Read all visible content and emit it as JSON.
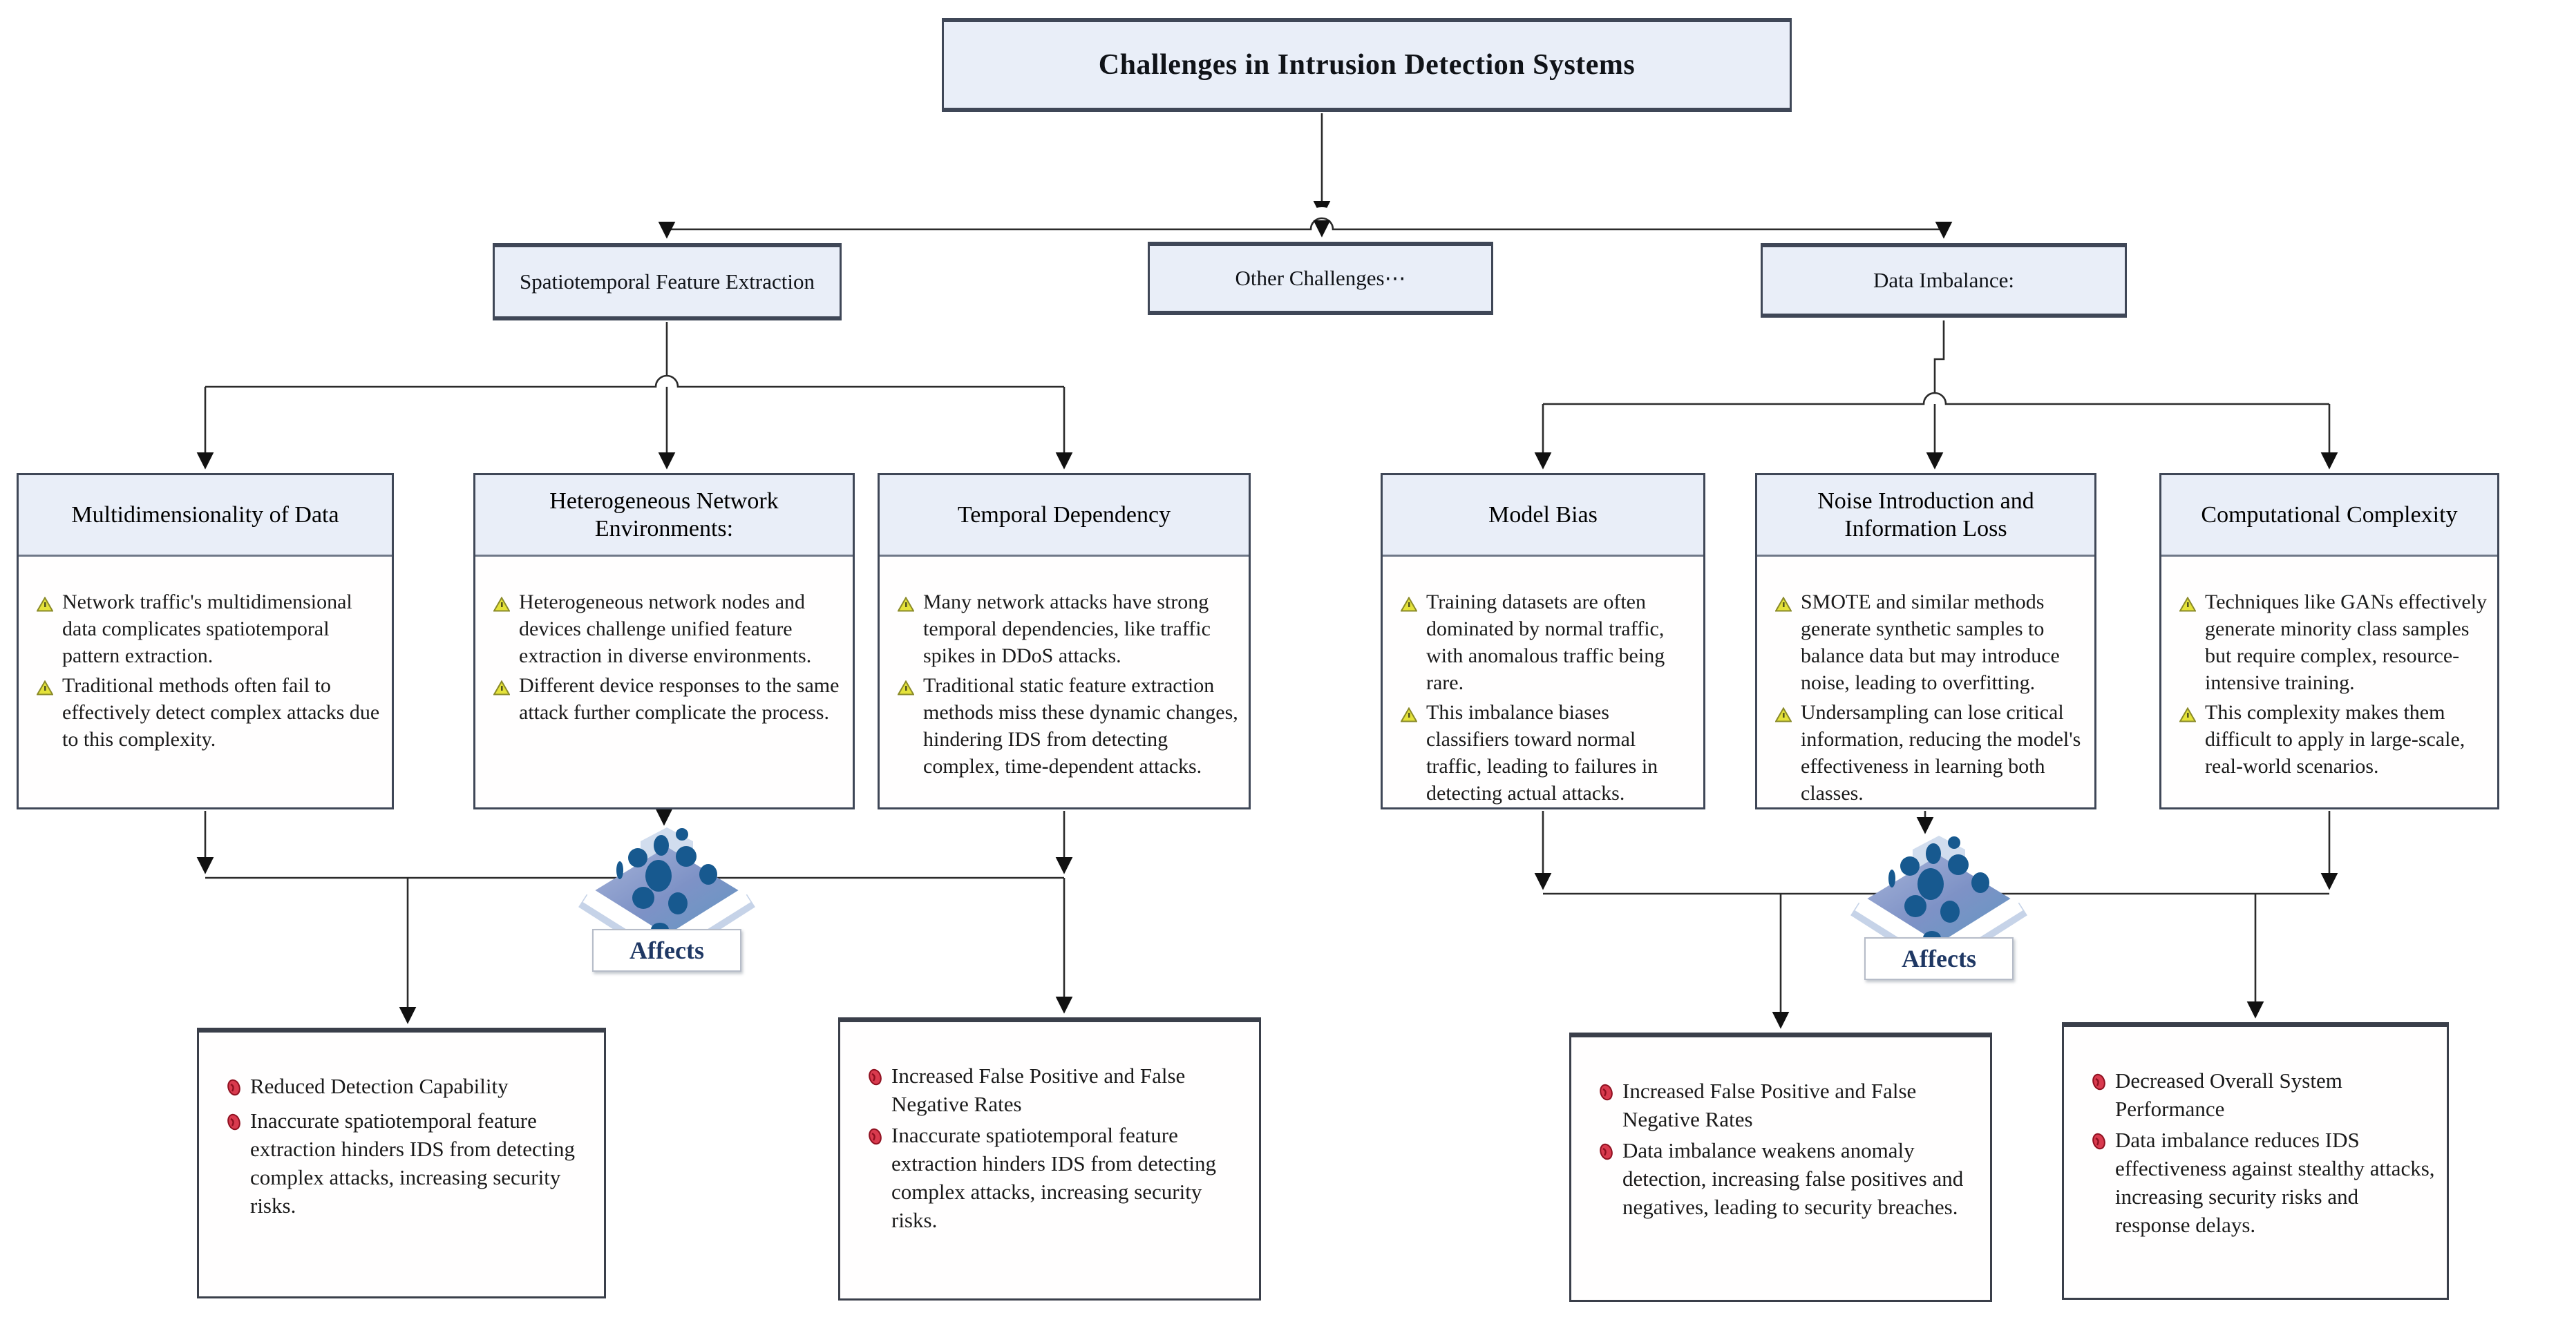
{
  "diagram": {
    "title": "Challenges in Intrusion Detection Systems",
    "level2": {
      "spatiotemporal": "Spatiotemporal Feature Extraction",
      "other": "Other Challenges⋯",
      "imbalance": "Data Imbalance:"
    },
    "challenges": [
      {
        "header": "Multidimensionality of Data",
        "bullets": [
          "Network traffic's multidimensional data complicates spatiotemporal pattern extraction.",
          "Traditional methods often fail to effectively detect complex attacks due to this complexity."
        ]
      },
      {
        "header": "Heterogeneous Network Environments:",
        "bullets": [
          "Heterogeneous network nodes and devices challenge unified feature extraction in diverse environments.",
          "Different device responses to the same attack further complicate the process."
        ]
      },
      {
        "header": "Temporal Dependency",
        "bullets": [
          "Many network attacks have strong temporal dependencies, like traffic spikes in DDoS attacks.",
          "Traditional static feature extraction methods miss these dynamic changes, hindering IDS from detecting complex, time-dependent attacks."
        ]
      },
      {
        "header": "Model Bias",
        "bullets": [
          "Training datasets are often dominated by normal traffic, with anomalous traffic being rare.",
          "This imbalance biases classifiers toward normal traffic, leading to failures in detecting actual attacks."
        ]
      },
      {
        "header": "Noise Introduction and Information Loss",
        "bullets": [
          "SMOTE and similar methods generate synthetic samples to balance data but may introduce noise, leading to overfitting.",
          "Undersampling can lose critical information, reducing the model's effectiveness in learning both classes."
        ]
      },
      {
        "header": "Computational Complexity",
        "bullets": [
          "Techniques like GANs effectively generate minority class samples but require complex, resource-intensive training.",
          "This complexity makes them difficult to apply in large-scale, real-world scenarios."
        ]
      }
    ],
    "affects": {
      "left": "Affects",
      "right": "Affects"
    },
    "outcomes": [
      {
        "bullets": [
          "Reduced Detection Capability",
          "Inaccurate spatiotemporal feature extraction hinders IDS from detecting complex attacks, increasing security risks."
        ]
      },
      {
        "bullets": [
          "Increased False Positive and False Negative Rates",
          "Inaccurate spatiotemporal feature extraction hinders IDS from detecting complex attacks, increasing security risks."
        ]
      },
      {
        "bullets": [
          "Increased False Positive and False Negative Rates",
          "Data imbalance weakens anomaly detection, increasing false positives and negatives, leading to security breaches."
        ]
      },
      {
        "bullets": [
          "Decreased Overall System Performance",
          "Data imbalance reduces IDS effectiveness against stealthy attacks, increasing security risks and response delays."
        ]
      }
    ],
    "colors": {
      "node_fill": "#e9eef8",
      "body_fill": "#ffffff",
      "border": "#3f4757",
      "wire": "#2b2b2b",
      "warning_icon": "#e4e23a",
      "impact_icon": "#d93a4e",
      "affects_text": "#1f3864"
    }
  }
}
